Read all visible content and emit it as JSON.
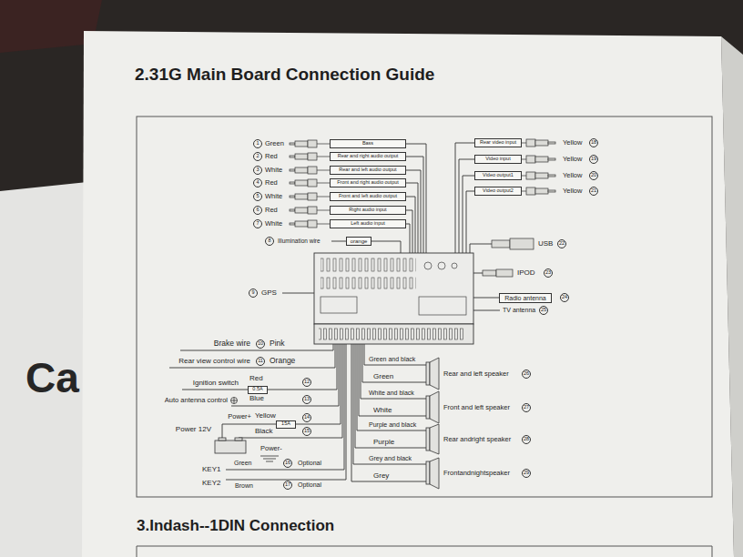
{
  "diagram": {
    "title": "2.31G Main Board Connection Guide",
    "nodes": [
      {
        "text": [
          "Bass"
        ]
      },
      {
        "text": [
          "Rear and right audio output"
        ]
      },
      {
        "text": [
          "Rear and left audio output"
        ]
      },
      {
        "text": [
          "Front and right audio output"
        ]
      },
      {
        "text": [
          "Front and left audio output"
        ]
      },
      {
        "text": [
          "Right audio input"
        ]
      },
      {
        "text": [
          "Left audio input"
        ]
      },
      {
        "text": [
          "orange"
        ]
      },
      {
        "text": [
          "Rear video input"
        ]
      },
      {
        "text": [
          "Video input"
        ]
      },
      {
        "text": [
          "Video output1"
        ]
      },
      {
        "text": [
          "Video output2"
        ]
      },
      {
        "text": [
          "Radio antenna"
        ]
      },
      {
        "text": [
          "0.5A"
        ]
      },
      {
        "text": [
          "15A"
        ]
      }
    ],
    "labels": [
      "1",
      "Green",
      "2",
      "Red",
      "3",
      "White",
      "4",
      "Red",
      "5",
      "White",
      "6",
      "Red",
      "7",
      "White",
      "8",
      "Illumination wire",
      "9",
      "GPS",
      "Yellow",
      "18",
      "Yellow",
      "19",
      "Yellow",
      "20",
      "Yellow",
      "21",
      "USB",
      "22",
      "IPOD",
      "23",
      "24",
      "TV antenna",
      "25",
      "Brake wire",
      "10",
      "Pink",
      "Rear view control wire",
      "11",
      "Orange",
      "Ignition switch",
      "Red",
      "12",
      "Auto antenna control",
      "Blue",
      "13",
      "Power+",
      "Yellow",
      "14",
      "Power 12V",
      "Black",
      "15",
      "Power-",
      "Green",
      "16",
      "Optional",
      "KEY1",
      "KEY2",
      "Brown",
      "17",
      "Optional",
      "Green and black",
      "Green",
      "Rear and left speaker",
      "26",
      "White and black",
      "White",
      "Front and left speaker",
      "27",
      "Purple and black",
      "Purple",
      "Rear andright speaker",
      "28",
      "Grey and black",
      "Grey",
      "Frontandnightspeaker",
      "29",
      "3.Indash--1DIN Connection",
      "Ca"
    ]
  }
}
